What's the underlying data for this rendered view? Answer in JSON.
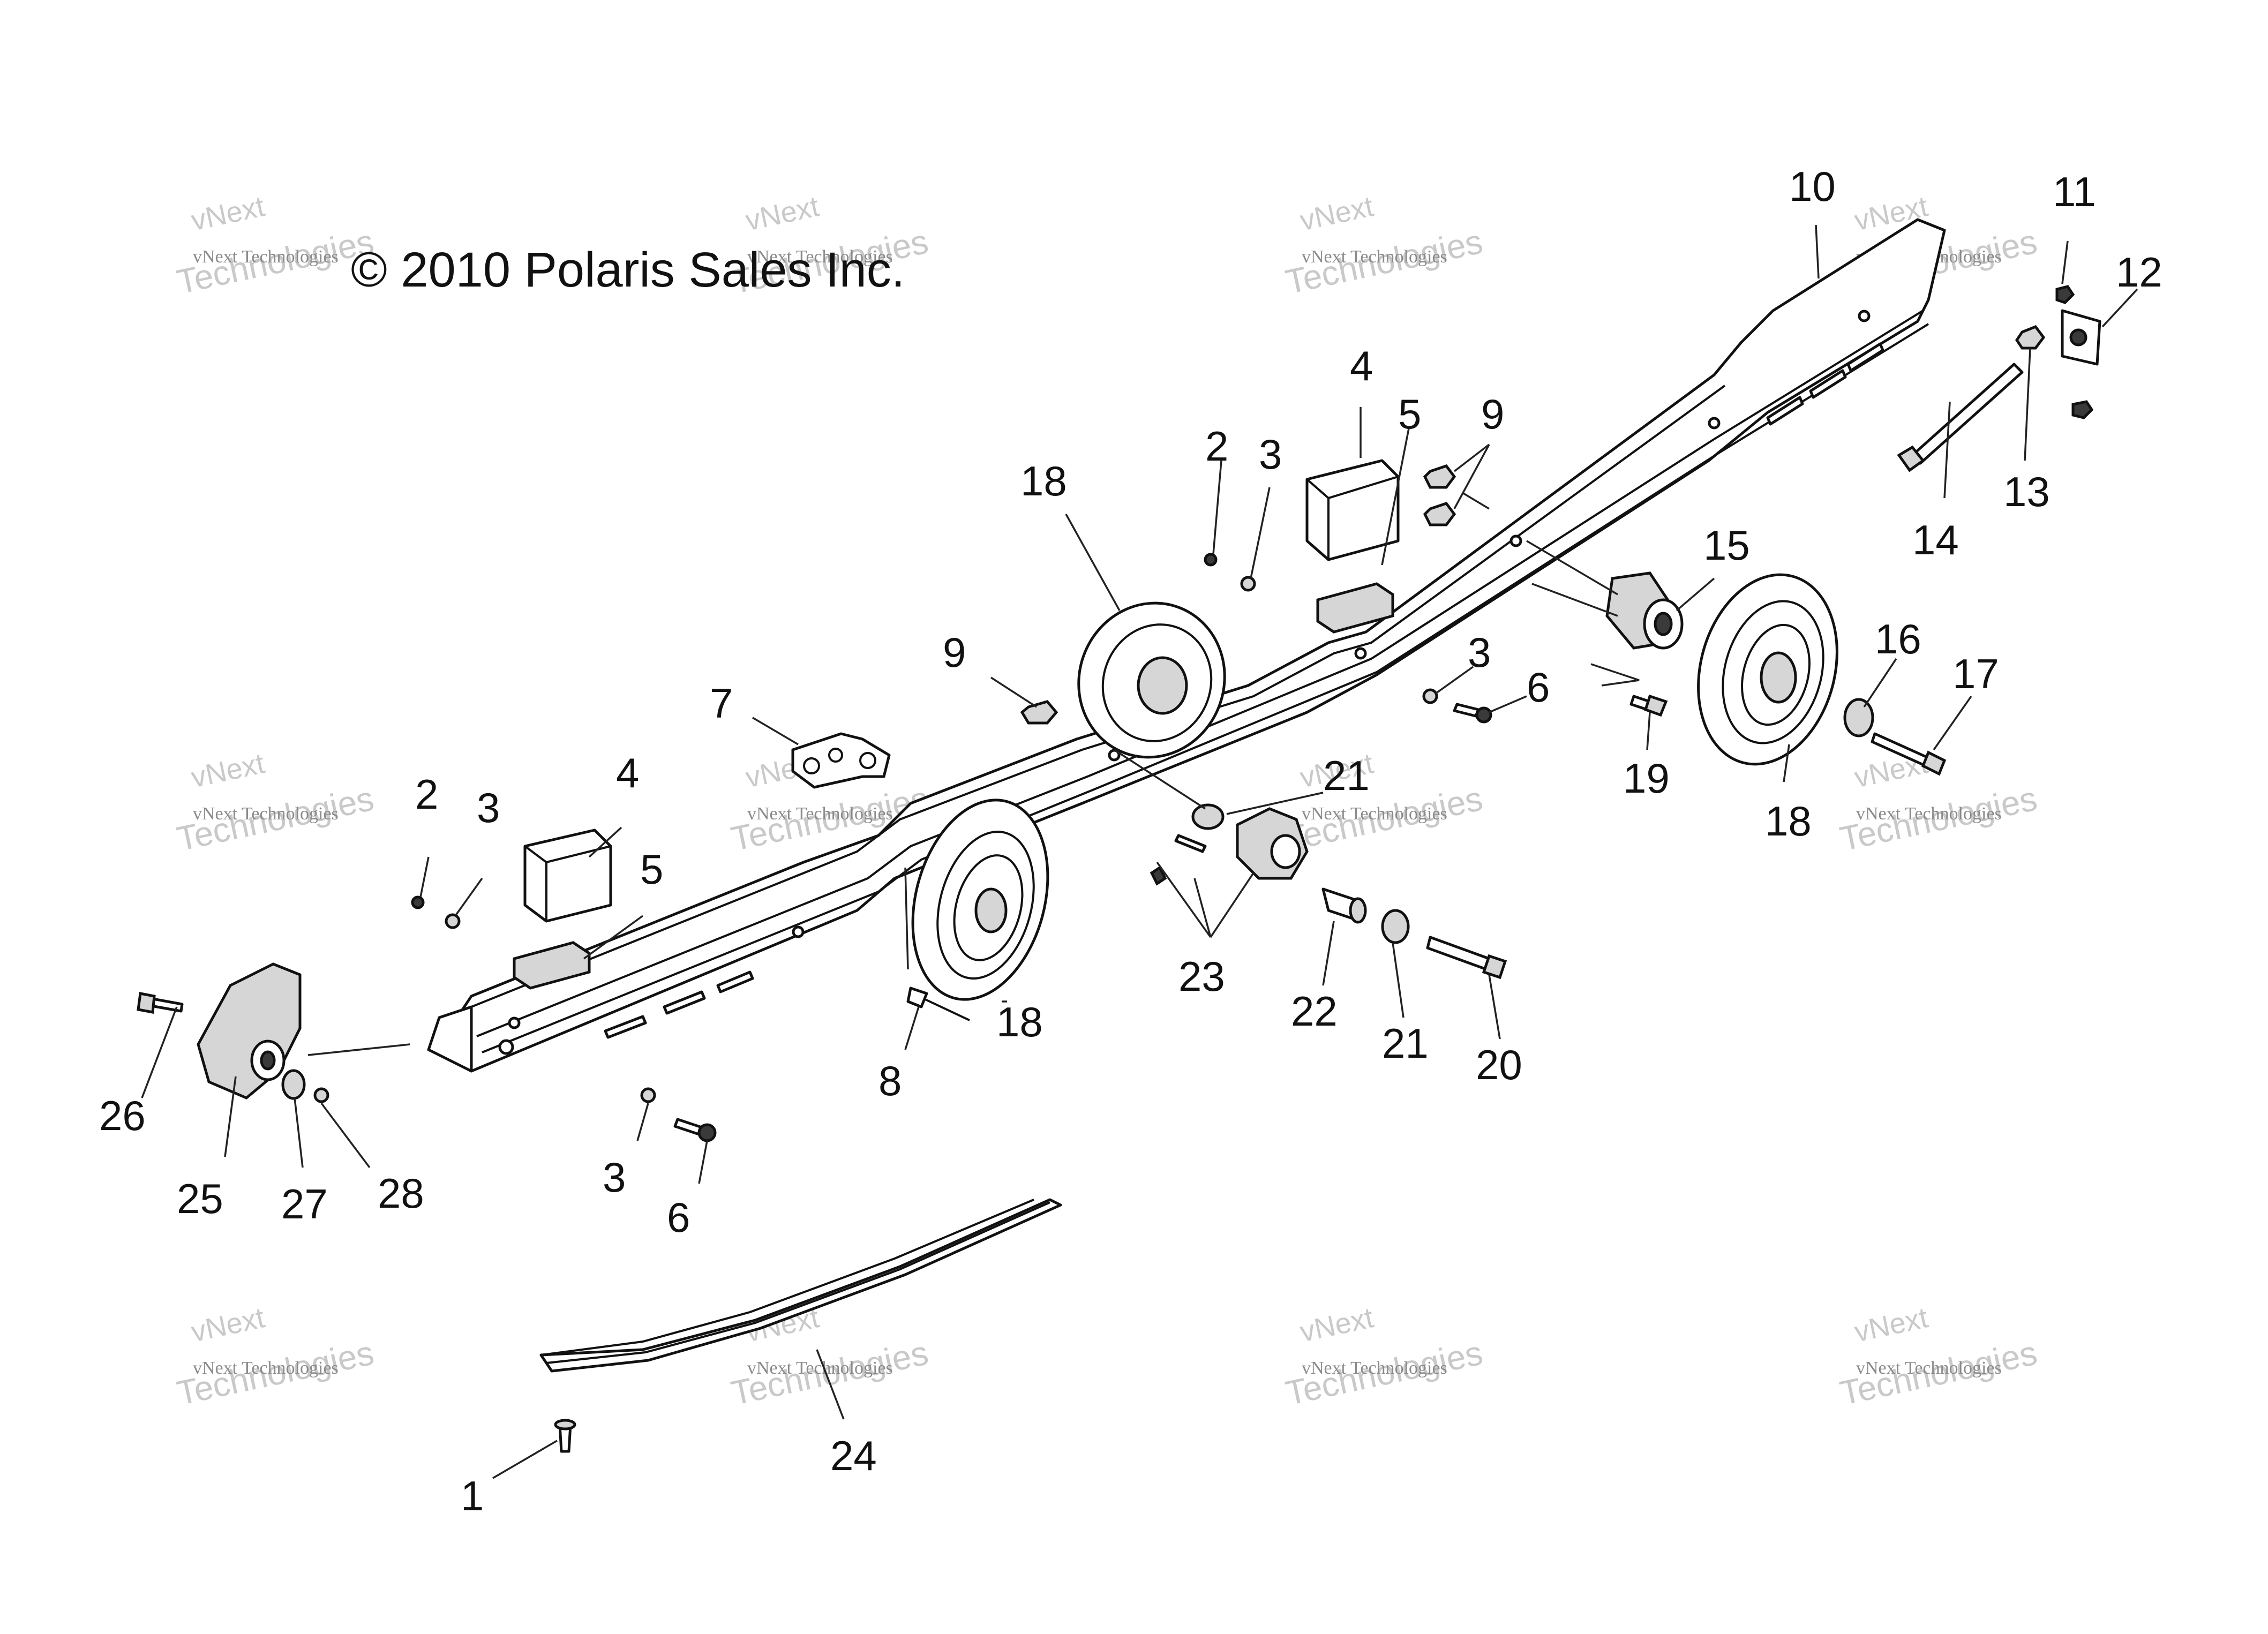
{
  "copyright": "© 2010 Polaris Sales Inc.",
  "watermark": {
    "line_small": "vNext Technologies",
    "line_big": "Technologies",
    "line_top": "vNext"
  },
  "callouts": [
    "10",
    "11",
    "12",
    "4",
    "5",
    "9",
    "2",
    "3",
    "18",
    "13",
    "14",
    "15",
    "3",
    "6",
    "16",
    "17",
    "9",
    "7",
    "19",
    "18",
    "21",
    "2",
    "3",
    "4",
    "5",
    "23",
    "22",
    "21",
    "20",
    "26",
    "18",
    "8",
    "25",
    "27",
    "28",
    "3",
    "6",
    "24",
    "1"
  ]
}
